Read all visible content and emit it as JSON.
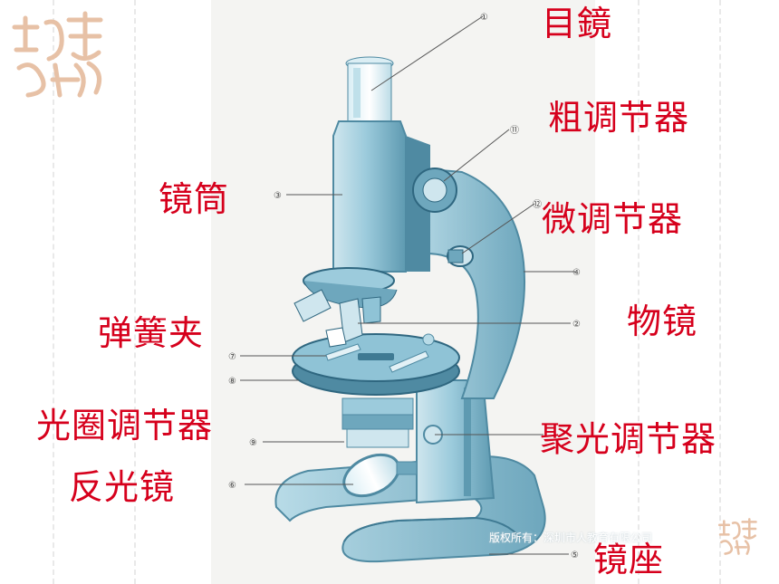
{
  "labels": {
    "eyepiece": "目鏡",
    "coarse": "粗调节器",
    "tube": "镜筒",
    "fine": "微调节器",
    "spring_clip": "弹簧夹",
    "objective": "物镜",
    "diaphragm": "光圈调节器",
    "condenser": "聚光调节器",
    "mirror": "反光镜",
    "base": "镜座"
  },
  "markers": [
    "①",
    "⑪",
    "③",
    "⑫",
    "④",
    "②",
    "⑦",
    "⑧",
    "⑨",
    "⑥",
    "⑤"
  ],
  "copyright": "版权所有：深圳市人教育有限公司",
  "colors": {
    "label": "#d6001c",
    "body": "#8fc3d6",
    "dark": "#4f8aa2"
  },
  "logo_icon": "jixiang-seal-icon"
}
